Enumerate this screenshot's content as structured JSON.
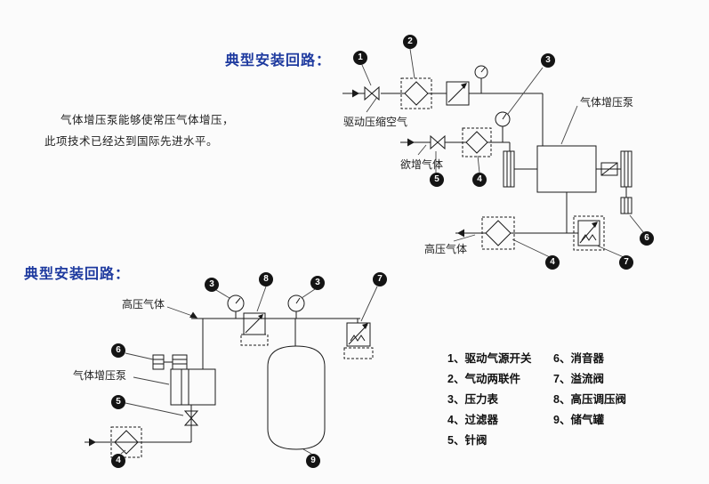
{
  "page": {
    "background": "#fbfbfb",
    "accent_blue": "#1e3a9f",
    "line_color": "#1a1a1a"
  },
  "section1": {
    "title": "典型安装回路：",
    "description_line1": "气体增压泵能够使常压气体增压，",
    "description_line2": "此项技术已经达到国际先进水平。",
    "labels": {
      "driving_air": "驱动压缩空气",
      "gas_to_boost": "欲增气体",
      "pump": "气体增压泵",
      "high_pressure_gas": "高压气体"
    },
    "markers": [
      "1",
      "2",
      "3",
      "5",
      "4",
      "6",
      "4",
      "7"
    ]
  },
  "section2": {
    "title": "典型安装回路：",
    "labels": {
      "high_pressure_gas": "高压气体",
      "pump": "气体增压泵"
    },
    "markers": [
      "3",
      "8",
      "3",
      "7",
      "6",
      "5",
      "4",
      "9"
    ]
  },
  "legend": {
    "column1": [
      "1、驱动气源开关",
      "2、气动两联件",
      "3、压力表",
      "4、过滤器",
      "5、针阀"
    ],
    "column2": [
      "6、消音器",
      "7、溢流阀",
      "8、高压调压阀",
      "9、储气罐"
    ]
  }
}
